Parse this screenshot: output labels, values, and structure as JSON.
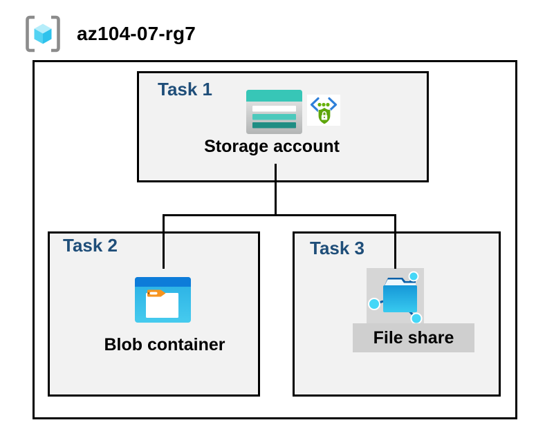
{
  "header": {
    "resource_group": "az104-07-rg7"
  },
  "tasks": [
    {
      "label": "Task 1",
      "item": "Storage account"
    },
    {
      "label": "Task 2",
      "item": "Blob container"
    },
    {
      "label": "Task 3",
      "item": "File share"
    }
  ],
  "icons": {
    "resource_group": "resource-group-brackets-cube",
    "storage_account": "storage-account-teal-stripes",
    "sas_security": "code-brackets-shield-lock",
    "blob_container": "blob-container-folder",
    "file_share": "file-share-folder-network"
  },
  "colors": {
    "task_label_blue": "#1F4E79",
    "box_fill_gray": "#F2F2F2",
    "border_black": "#000000",
    "storage_teal_band": "#37C6B7",
    "storage_teal_stripe": "#4CC9BC",
    "storage_dark_teal": "#1F8D83",
    "blob_header_blue": "#0D7CD9",
    "blob_body_blue": "#2FB6E8",
    "blob_tab_orange": "#F7941E",
    "file_share_navy": "#0A60A8",
    "file_share_blue": "#1BA6DF",
    "node_cyan": "#45D7F7",
    "security_green": "#5EA60C",
    "bracket_blue": "#2E7FD9",
    "rg_bracket_gray": "#8C8C8C",
    "cube_cyan": "#53D3F3",
    "icon_bg_gray": "#D6D6D6",
    "label_bg_gray": "#CFCFCF"
  }
}
